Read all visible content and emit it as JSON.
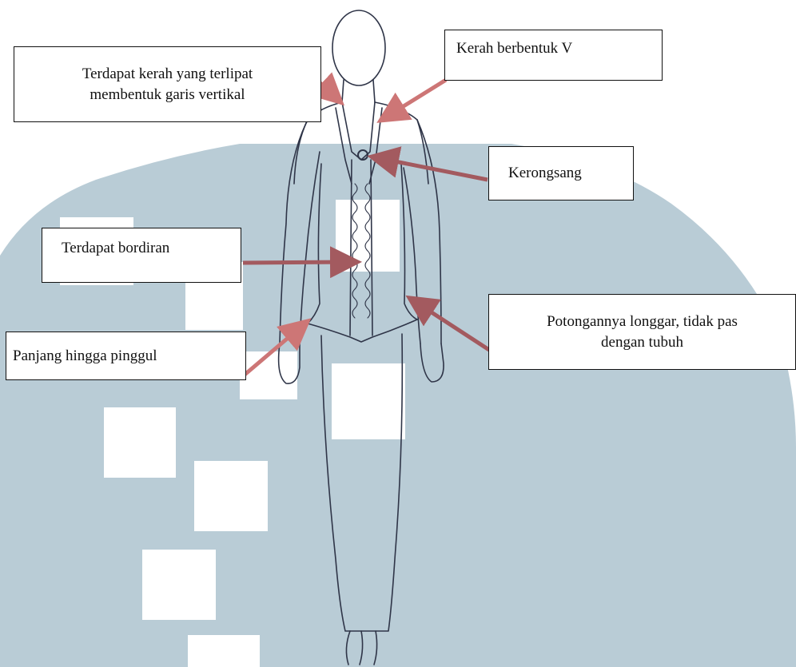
{
  "diagram": {
    "callouts": {
      "collar": "Terdapat kerah yang terlipat\nmembentuk garis vertikal",
      "vneck": "Kerah berbentuk V",
      "brooch": "Kerongsang",
      "embroidery": "Terdapat bordiran",
      "loose_cut": "Potongannya longgar, tidak pas\ndengan tubuh",
      "length": "Panjang hingga pinggul"
    },
    "colors": {
      "watermark": "#b9ccd6",
      "arrow_light": "#cd7676",
      "arrow_dark": "#a35a5f",
      "sketch": "#2f3548",
      "box_border": "#111111"
    },
    "icons": [
      "fashion-sketch-figure",
      "watermark-logo"
    ]
  }
}
